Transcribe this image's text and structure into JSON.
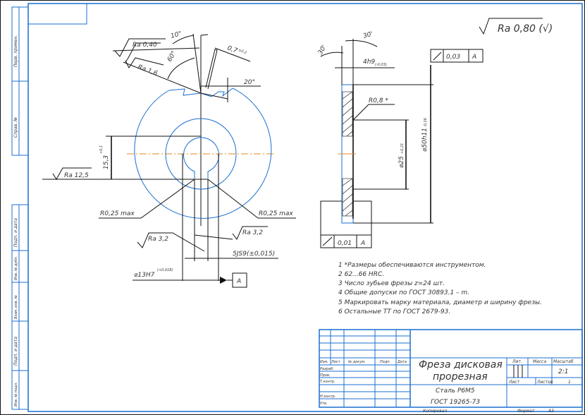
{
  "colors": {
    "frame": "#1a6fd0",
    "line": "#111111",
    "centerline": "#e08a20"
  },
  "side_strip": [
    "Перв. примен.",
    "Справ. №",
    "Подп. и дата",
    "Инв. № дубл.",
    "Взам. инв. №",
    "Подп. и дата",
    "Инв. № подл."
  ],
  "roughness_general": "Ra 0,80 (√)",
  "front_view": {
    "ra_040": "Ra 0,40",
    "ra_16": "Ra 1,6",
    "angle_10": "10°",
    "angle_60": "60°",
    "dim_07": "0,7",
    "dim_07_tol": "±0,2",
    "angle_20": "20°",
    "ra_125": "Ra 12,5",
    "dim_153": "15,3",
    "dim_153_tol": "+0,1",
    "r025_left": "R0,25 max",
    "r025_right": "R0,25 max",
    "ra_32_left": "Ra 3,2",
    "ra_32_right": "Ra 3,2",
    "key_width": "5JS9(±0,015)",
    "bore": "⌀13H7",
    "bore_tol": "(+0,018)",
    "datum": "A"
  },
  "side_view": {
    "angle_30_left": "30'",
    "angle_30_right": "30'",
    "thickness": "4h9",
    "thickness_tol": "(-0,03)",
    "runout_top_value": "0,03",
    "runout_top_datum": "A",
    "r08": "R0,8 *",
    "dia_25": "⌀25",
    "dia_25_tol": "+0,21",
    "dia_50": "⌀50h11",
    "dia_50_tol": "-0,16",
    "runout_bottom_value": "0,01",
    "runout_bottom_datum": "A"
  },
  "notes": [
    "1 *Размеры обеспечиваются инструментом.",
    "2 62...66 HRC.",
    "3 Число зубьев фрезы z=24 шт.",
    "4 Общие допуски по ГОСТ 30893.1 – m.",
    "5 Маркировать марку материала, диаметр и ширину фрезы.",
    "6 Остальные ТТ по ГОСТ 2679-93."
  ],
  "title_block": {
    "headers": [
      "Изм.",
      "Лист",
      "№ докум.",
      "Подп.",
      "Дата"
    ],
    "roles": [
      "Разраб.",
      "Пров.",
      "Т.контр.",
      "Н.контр.",
      "Утв."
    ],
    "title_line1": "Фреза дисковая",
    "title_line2": "прорезная",
    "material_line1": "Сталь Р6М5",
    "material_line2": "ГОСТ 19265-73",
    "lit": "Лит.",
    "mass": "Масса",
    "scale_label": "Масштаб",
    "scale": "2:1",
    "sheet": "Лист",
    "sheets": "Листов",
    "sheets_count": "1",
    "copied": "Копировал",
    "format_label": "Формат",
    "format": "А3"
  }
}
